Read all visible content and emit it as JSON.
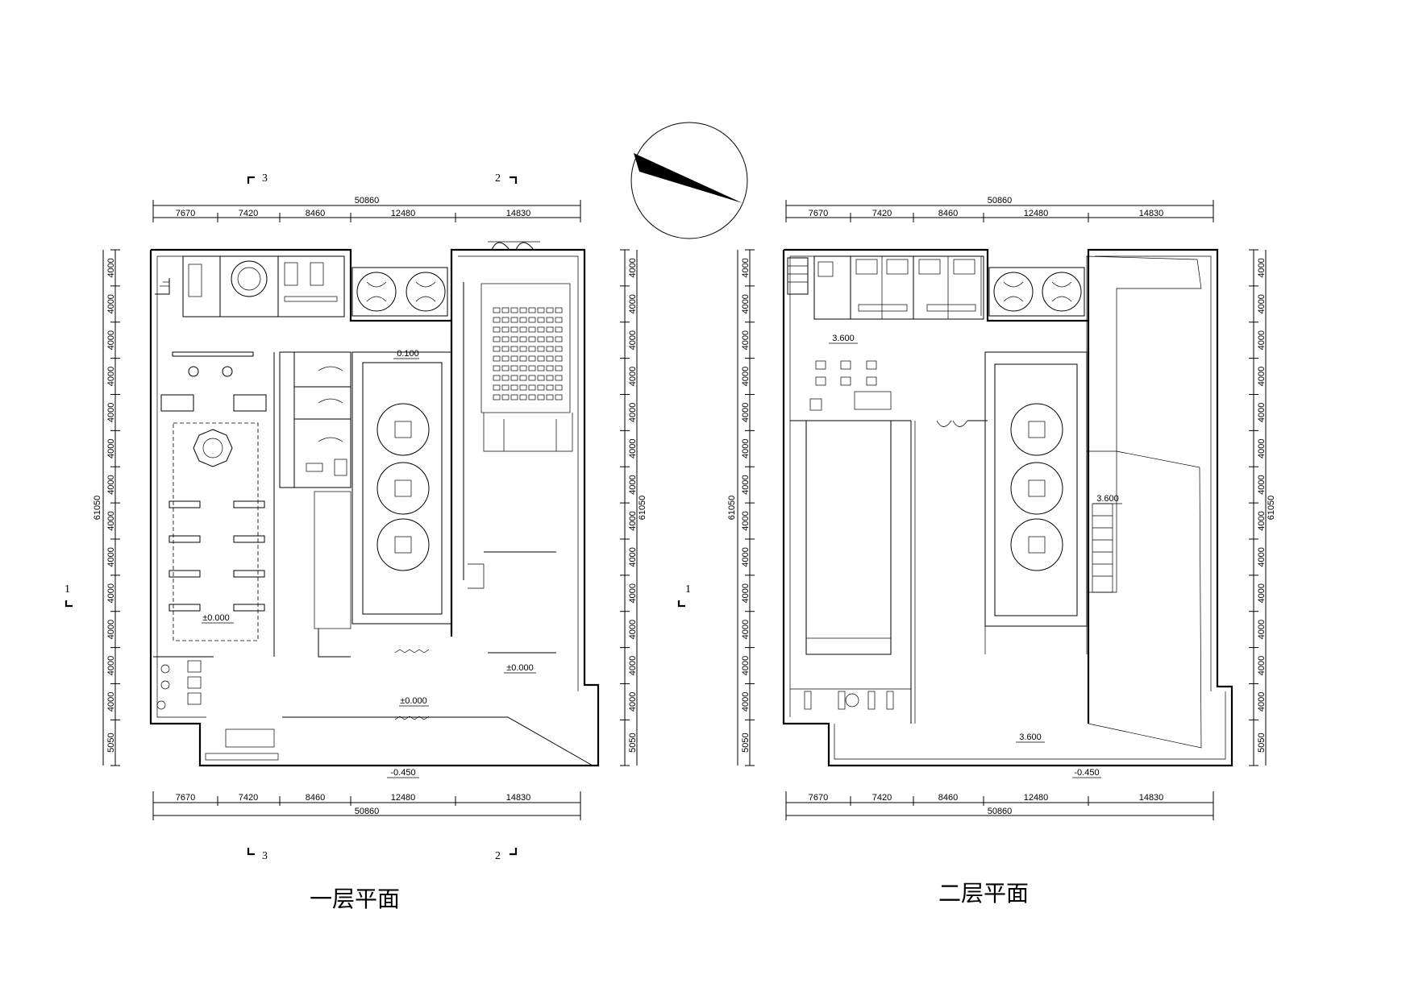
{
  "plans": [
    {
      "title": "一层平面",
      "overall_width": "50860",
      "overall_depth": "61050",
      "spans_x": [
        "7670",
        "7420",
        "8460",
        "12480",
        "14830"
      ],
      "spans_y": [
        "4000",
        "4000",
        "4000",
        "4000",
        "4000",
        "4000",
        "4000",
        "4000",
        "4000",
        "4000",
        "4000",
        "4000",
        "4000",
        "5050"
      ],
      "levels": [
        "0.100",
        "±0.000",
        "±0.000",
        "±0.000",
        "-0.450"
      ],
      "section_marks": [
        "3",
        "2",
        "3",
        "2",
        "1"
      ]
    },
    {
      "title": "二层平面",
      "overall_width": "50860",
      "overall_depth": "61050",
      "spans_x": [
        "7670",
        "7420",
        "8460",
        "12480",
        "14830"
      ],
      "spans_y": [
        "4000",
        "4000",
        "4000",
        "4000",
        "4000",
        "4000",
        "4000",
        "4000",
        "4000",
        "4000",
        "4000",
        "4000",
        "4000",
        "5050"
      ],
      "levels": [
        "3.600",
        "3.600",
        "3.600",
        "-0.450"
      ],
      "section_marks": [
        "1"
      ]
    }
  ],
  "north_arrow": {
    "icon": "north-arrow-icon"
  }
}
